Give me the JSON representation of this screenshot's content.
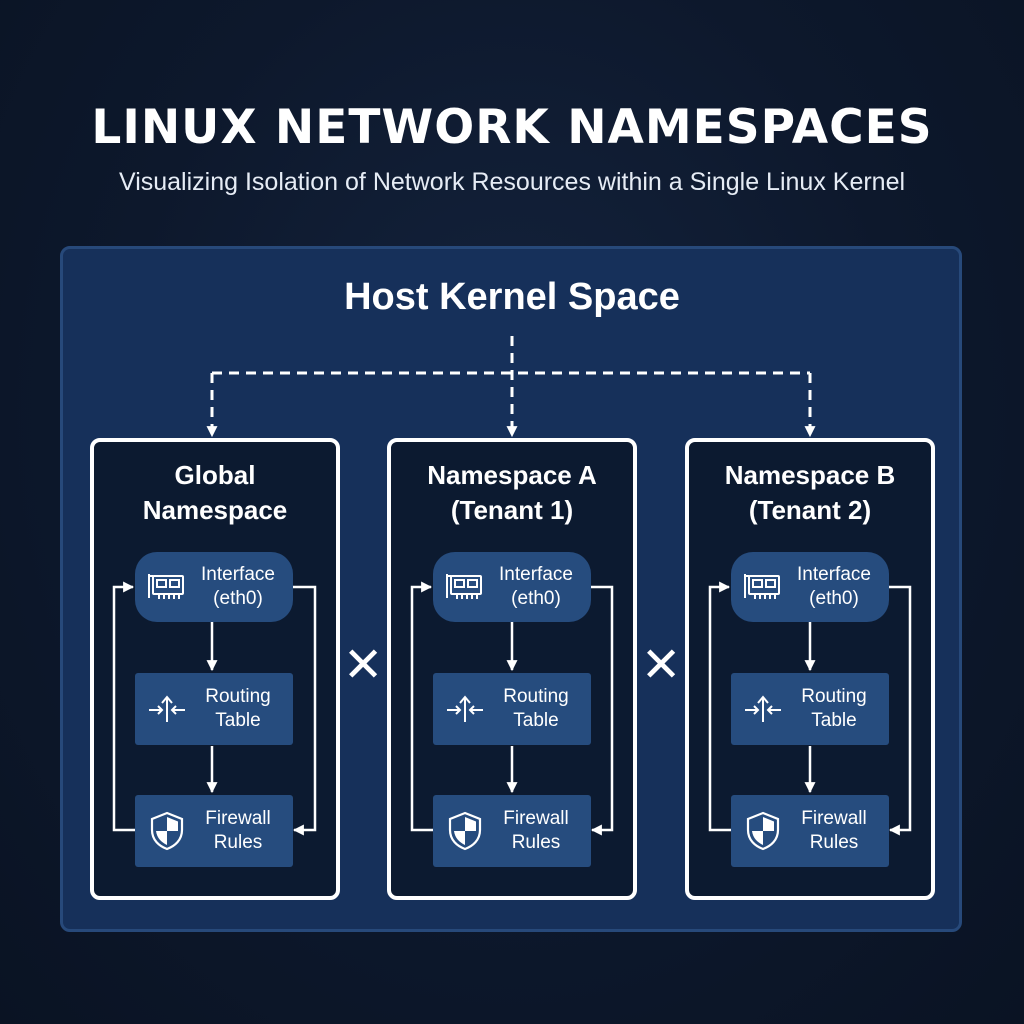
{
  "title": "LINUX NETWORK NAMESPACES",
  "subtitle": "Visualizing Isolation of Network Resources within a Single Linux Kernel",
  "host": {
    "label": "Host Kernel Space"
  },
  "isolation_symbol": "✕",
  "namespaces": [
    {
      "title_line1": "Global",
      "title_line2": "Namespace",
      "interface": {
        "line1": "Interface",
        "line2": "(eth0)",
        "icon": "network-card-icon"
      },
      "routing": {
        "line1": "Routing",
        "line2": "Table",
        "icon": "routing-arrows-icon"
      },
      "firewall": {
        "line1": "Firewall",
        "line2": "Rules",
        "icon": "shield-icon"
      }
    },
    {
      "title_line1": "Namespace A",
      "title_line2": "(Tenant 1)",
      "interface": {
        "line1": "Interface",
        "line2": "(eth0)",
        "icon": "network-card-icon"
      },
      "routing": {
        "line1": "Routing",
        "line2": "Table",
        "icon": "routing-arrows-icon"
      },
      "firewall": {
        "line1": "Firewall",
        "line2": "Rules",
        "icon": "shield-icon"
      }
    },
    {
      "title_line1": "Namespace B",
      "title_line2": "(Tenant 2)",
      "interface": {
        "line1": "Interface",
        "line2": "(eth0)",
        "icon": "network-card-icon"
      },
      "routing": {
        "line1": "Routing",
        "line2": "Table",
        "icon": "routing-arrows-icon"
      },
      "firewall": {
        "line1": "Firewall",
        "line2": "Rules",
        "icon": "shield-icon"
      }
    }
  ],
  "colors": {
    "background": "#0d182c",
    "host_panel": "#16305a",
    "namespace_box": "#0c1a30",
    "component": "#264c7e",
    "line": "#ffffff"
  }
}
